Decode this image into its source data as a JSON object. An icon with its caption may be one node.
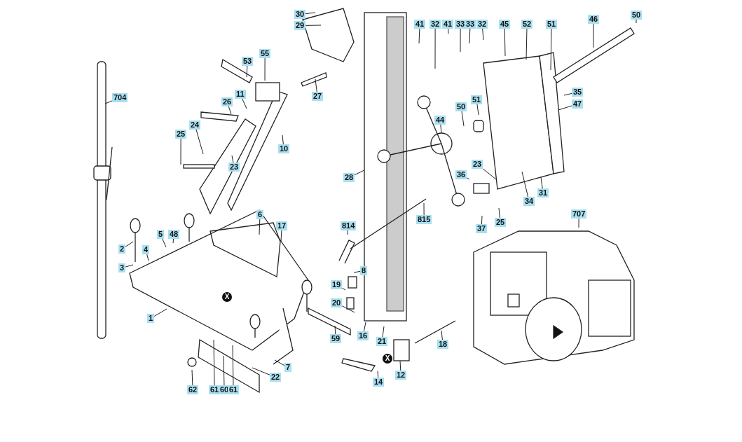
{
  "diagram": {
    "nodes": [
      {
        "text": [
          "30"
        ]
      },
      {
        "text": [
          "29"
        ]
      },
      {
        "text": [
          "704"
        ]
      },
      {
        "text": [
          "53"
        ]
      },
      {
        "text": [
          "55"
        ]
      },
      {
        "text": [
          "27"
        ]
      },
      {
        "text": [
          "11"
        ]
      },
      {
        "text": [
          "26"
        ]
      },
      {
        "text": [
          "25"
        ]
      },
      {
        "text": [
          "24"
        ]
      },
      {
        "text": [
          "23"
        ]
      },
      {
        "text": [
          "10"
        ]
      },
      {
        "text": [
          "28"
        ]
      },
      {
        "text": [
          "41"
        ]
      },
      {
        "text": [
          "32"
        ]
      },
      {
        "text": [
          "41"
        ]
      },
      {
        "text": [
          "33"
        ]
      },
      {
        "text": [
          "33"
        ]
      },
      {
        "text": [
          "32"
        ]
      },
      {
        "text": [
          "45"
        ]
      },
      {
        "text": [
          "52"
        ]
      },
      {
        "text": [
          "51"
        ]
      },
      {
        "text": [
          "46"
        ]
      },
      {
        "text": [
          "50"
        ]
      },
      {
        "text": [
          "35"
        ]
      },
      {
        "text": [
          "47"
        ]
      },
      {
        "text": [
          "44"
        ]
      },
      {
        "text": [
          "50"
        ]
      },
      {
        "text": [
          "51"
        ]
      },
      {
        "text": [
          "23"
        ]
      },
      {
        "text": [
          "36"
        ]
      },
      {
        "text": [
          "31"
        ]
      },
      {
        "text": [
          "34"
        ]
      },
      {
        "text": [
          "25"
        ]
      },
      {
        "text": [
          "37"
        ]
      },
      {
        "text": [
          "815"
        ]
      },
      {
        "text": [
          "814"
        ]
      },
      {
        "text": [
          "707"
        ]
      },
      {
        "text": [
          "6"
        ]
      },
      {
        "text": [
          "17"
        ]
      },
      {
        "text": [
          "2"
        ]
      },
      {
        "text": [
          "3"
        ]
      },
      {
        "text": [
          "4"
        ]
      },
      {
        "text": [
          "5"
        ]
      },
      {
        "text": [
          "48"
        ]
      },
      {
        "text": [
          "1"
        ]
      },
      {
        "text": [
          "19"
        ]
      },
      {
        "text": [
          "20"
        ]
      },
      {
        "text": [
          "8"
        ]
      },
      {
        "text": [
          "59"
        ]
      },
      {
        "text": [
          "16"
        ]
      },
      {
        "text": [
          "21"
        ]
      },
      {
        "text": [
          "18"
        ]
      },
      {
        "text": [
          "12"
        ]
      },
      {
        "text": [
          "14"
        ]
      },
      {
        "text": [
          "7"
        ]
      },
      {
        "text": [
          "22"
        ]
      },
      {
        "text": [
          "62"
        ]
      },
      {
        "text": [
          "61"
        ]
      },
      {
        "text": [
          "60"
        ]
      },
      {
        "text": [
          "61"
        ]
      }
    ],
    "edges": [
      {
        "from": 0,
        "to": null,
        "arrow": "none"
      },
      {
        "from": 1,
        "to": null,
        "arrow": "none"
      },
      {
        "from": 2,
        "to": null,
        "arrow": "none"
      },
      {
        "from": 3,
        "to": null,
        "arrow": "none"
      },
      {
        "from": 4,
        "to": null,
        "arrow": "none"
      },
      {
        "from": 5,
        "to": null,
        "arrow": "none"
      },
      {
        "from": 6,
        "to": null,
        "arrow": "none"
      },
      {
        "from": 7,
        "to": null,
        "arrow": "none"
      },
      {
        "from": 8,
        "to": null,
        "arrow": "none"
      },
      {
        "from": 9,
        "to": null,
        "arrow": "none"
      },
      {
        "from": 10,
        "to": null,
        "arrow": "none"
      },
      {
        "from": 11,
        "to": null,
        "arrow": "none"
      },
      {
        "from": 12,
        "to": null,
        "arrow": "none"
      },
      {
        "from": 13,
        "to": null,
        "arrow": "none"
      },
      {
        "from": 14,
        "to": null,
        "arrow": "none"
      },
      {
        "from": 15,
        "to": null,
        "arrow": "none"
      },
      {
        "from": 16,
        "to": null,
        "arrow": "none"
      },
      {
        "from": 17,
        "to": null,
        "arrow": "none"
      },
      {
        "from": 18,
        "to": null,
        "arrow": "none"
      },
      {
        "from": 19,
        "to": null,
        "arrow": "none"
      },
      {
        "from": 20,
        "to": null,
        "arrow": "none"
      },
      {
        "from": 21,
        "to": null,
        "arrow": "none"
      },
      {
        "from": 22,
        "to": null,
        "arrow": "none"
      },
      {
        "from": 23,
        "to": null,
        "arrow": "none"
      },
      {
        "from": 24,
        "to": null,
        "arrow": "none"
      },
      {
        "from": 25,
        "to": null,
        "arrow": "none"
      },
      {
        "from": 26,
        "to": null,
        "arrow": "none"
      },
      {
        "from": 27,
        "to": null,
        "arrow": "none"
      },
      {
        "from": 28,
        "to": null,
        "arrow": "none"
      },
      {
        "from": 29,
        "to": null,
        "arrow": "none"
      },
      {
        "from": 30,
        "to": null,
        "arrow": "none"
      },
      {
        "from": 31,
        "to": null,
        "arrow": "none"
      },
      {
        "from": 32,
        "to": null,
        "arrow": "none"
      },
      {
        "from": 33,
        "to": null,
        "arrow": "none"
      },
      {
        "from": 34,
        "to": null,
        "arrow": "none"
      },
      {
        "from": 35,
        "to": null,
        "arrow": "none"
      },
      {
        "from": 36,
        "to": null,
        "arrow": "none"
      },
      {
        "from": 37,
        "to": null,
        "arrow": "none"
      },
      {
        "from": 38,
        "to": null,
        "arrow": "none"
      },
      {
        "from": 39,
        "to": null,
        "arrow": "none"
      },
      {
        "from": 40,
        "to": null,
        "arrow": "none"
      },
      {
        "from": 41,
        "to": null,
        "arrow": "none"
      },
      {
        "from": 42,
        "to": null,
        "arrow": "none"
      },
      {
        "from": 43,
        "to": null,
        "arrow": "none"
      },
      {
        "from": 44,
        "to": null,
        "arrow": "none"
      },
      {
        "from": 45,
        "to": null,
        "arrow": "none"
      },
      {
        "from": 46,
        "to": null,
        "arrow": "none"
      },
      {
        "from": 47,
        "to": null,
        "arrow": "none"
      },
      {
        "from": 48,
        "to": null,
        "arrow": "none"
      },
      {
        "from": 49,
        "to": null,
        "arrow": "none"
      },
      {
        "from": 50,
        "to": null,
        "arrow": "none"
      },
      {
        "from": 51,
        "to": null,
        "arrow": "none"
      },
      {
        "from": 52,
        "to": null,
        "arrow": "none"
      },
      {
        "from": 53,
        "to": null,
        "arrow": "none"
      },
      {
        "from": 54,
        "to": null,
        "arrow": "none"
      },
      {
        "from": 55,
        "to": null,
        "arrow": "none"
      },
      {
        "from": 56,
        "to": null,
        "arrow": "none"
      },
      {
        "from": 57,
        "to": null,
        "arrow": "none"
      },
      {
        "from": 58,
        "to": null,
        "arrow": "none"
      },
      {
        "from": 59,
        "to": null,
        "arrow": "none"
      },
      {
        "from": 60,
        "to": null,
        "arrow": "none"
      }
    ],
    "labels": [
      "X",
      "X"
    ]
  }
}
